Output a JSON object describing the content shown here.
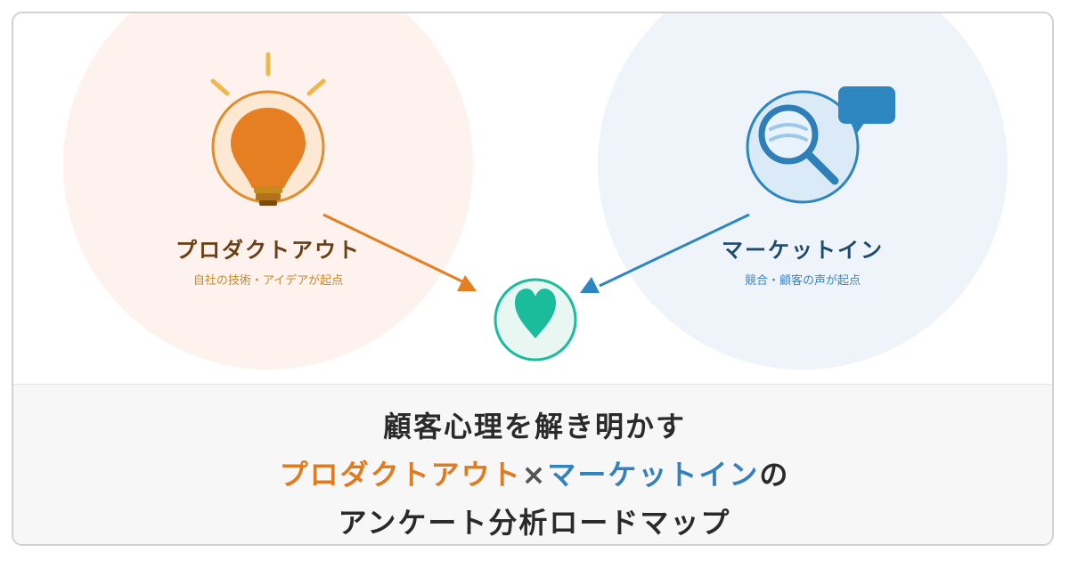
{
  "product_out": {
    "title": "プロダクトアウト",
    "subtitle": "自社の技術・アイデアが起点",
    "icon": "lightbulb-icon",
    "color": "#e67e22"
  },
  "market_in": {
    "title": "マーケットイン",
    "subtitle": "競合・顧客の声が起点",
    "icon": "magnifier-icon",
    "bubble_icon": "speech-bubble-icon",
    "color": "#2e86c1"
  },
  "center": {
    "icon": "heart-icon",
    "color": "#1abc9c"
  },
  "headline": {
    "line1": "顧客心理を解き明かす",
    "line2_part1": "プロダクトアウト",
    "line2_times": "×",
    "line2_part2": "マーケットイン",
    "line2_suffix": "の",
    "line3": "アンケート分析ロードマップ"
  }
}
